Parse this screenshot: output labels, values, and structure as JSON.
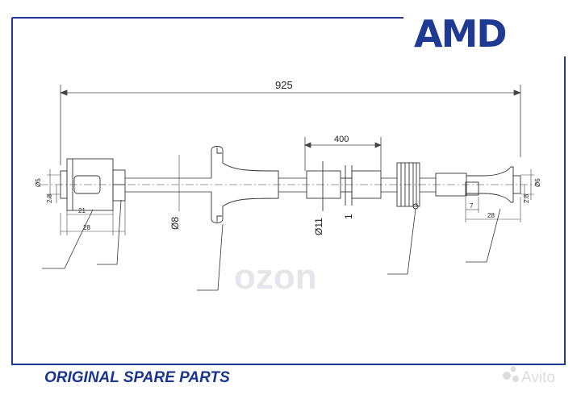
{
  "brand": {
    "logo": "AMD",
    "slogan": "ORIGINAL SPARE PARTS",
    "color": "#1f3a93",
    "footer_color": "#1a3590"
  },
  "watermarks": {
    "center": "ozon",
    "corner": "Avito"
  },
  "dimensions": {
    "total_length": "925",
    "segment_length": "400",
    "cable_dia": "Ø8",
    "sleeve_dia": "Ø11",
    "sleeve_gap": "1",
    "left_small_dia": "Ø5",
    "left_end_offset": "2.8",
    "left_inner_length": "21",
    "left_outer_length": "28",
    "right_small_dia": "Ø6",
    "right_end_offset": "2.8",
    "right_inner_length": "7",
    "right_outer_length": "28"
  },
  "colors": {
    "line": "#333333",
    "frame": "#1f3a93",
    "watermark": "#e8e8ec"
  }
}
